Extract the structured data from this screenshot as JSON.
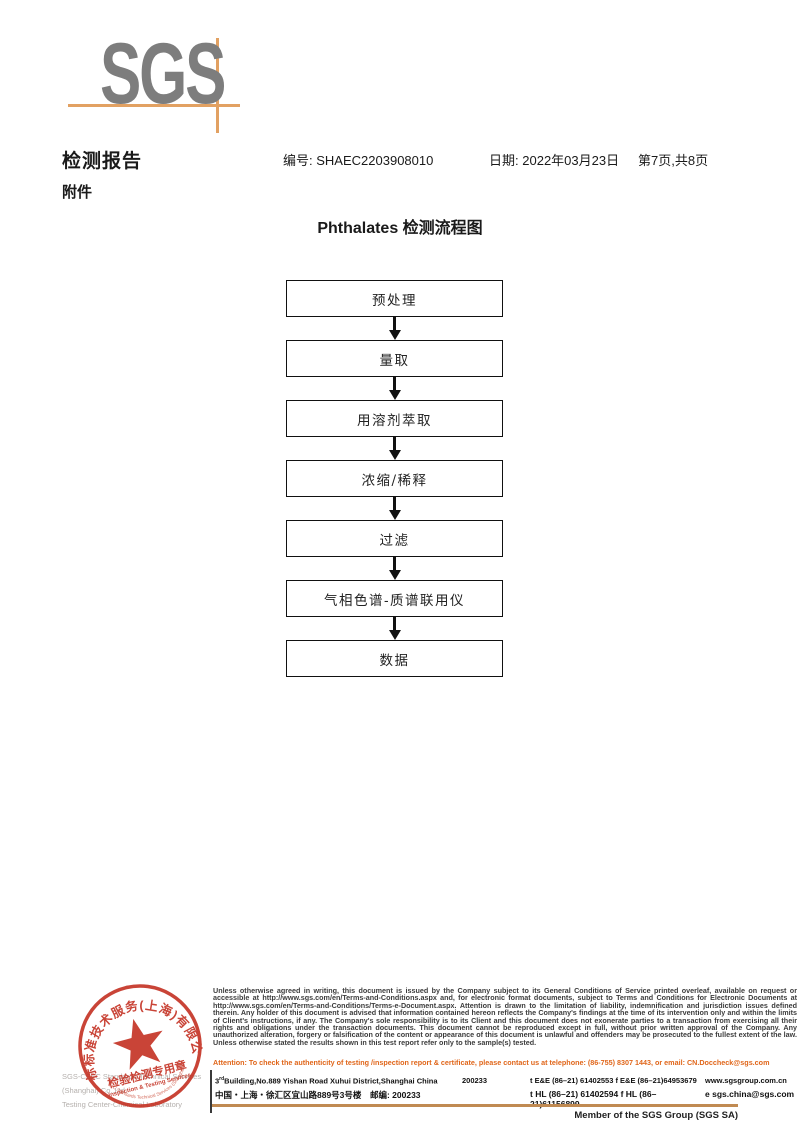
{
  "logo": {
    "text": "SGS"
  },
  "header": {
    "report_title": "检测报告",
    "report_no_label": "编号:",
    "report_no": "SHAEC2203908010",
    "date_label": "日期:",
    "date": "2022年03月23日",
    "page_info": "第7页,共8页",
    "attachment": "附件"
  },
  "flowchart": {
    "title": "Phthalates 检测流程图",
    "steps": [
      "预处理",
      "量取",
      "用溶剂萃取",
      "浓缩/稀释",
      "过滤",
      "气相色谱-质谱联用仪",
      "数据"
    ]
  },
  "stamp": {
    "ring_text": "通标标准技术服务(上海)有限公司",
    "seal_line1": "检验检测专用章",
    "seal_line2": "Inspection & Testing Services",
    "arc_bottom": "SGS-CSTC Standards Technical Services (Shanghai) Co.,Ltd.",
    "color": "#c53527"
  },
  "company": {
    "name": "SGS-CSTC Standards Technical Services (Shanghai) Co.,Ltd.",
    "department": "Testing Center-Chemical Laboratory"
  },
  "footer": {
    "legal": "Unless otherwise agreed in writing, this document is issued by the Company subject to its General Conditions of Service printed overleaf, available on request or accessible at http://www.sgs.com/en/Terms-and-Conditions.aspx and, for electronic format documents, subject to Terms and Conditions for Electronic Documents at http://www.sgs.com/en/Terms-and-Conditions/Terms-e-Document.aspx. Attention is drawn to the limitation of liability, indemnification and jurisdiction issues defined therein. Any holder of this document is advised that information contained hereon reflects the Company's findings at the time of its intervention only and within the limits of Client's instructions, if any. The Company's sole responsibility is to its Client and this document does not exonerate parties to a transaction from exercising all their rights and obligations under the transaction documents. This document cannot be reproduced except in full, without prior written approval of the Company. Any unauthorized alteration, forgery or falsification of the content or appearance of this document is unlawful and offenders may be prosecuted to the fullest extent of the law. Unless otherwise stated the results shown in this test report refer only to the sample(s) tested.",
    "attention": "Attention: To check the authenticity of testing /inspection report & certificate, please contact us at telephone: (86-755) 8307 1443, or email: CN.Doccheck@sgs.com",
    "address_en_pre": "3",
    "address_en_sup": "rd",
    "address_en": "Building,No.889 Yishan Road Xuhui District,Shanghai China",
    "postcode_en": "200233",
    "phone_en": "t E&E (86–21) 61402553   f E&E (86–21)64953679",
    "web": "www.sgsgroup.com.cn",
    "address_cn": "中国・上海・徐汇区宜山路889号3号楼",
    "postcode_cn_label": "邮编:",
    "postcode_cn": "200233",
    "phone_cn": "t HL (86–21) 61402594   f HL (86–21)61156899",
    "email": "e  sgs.china@sgs.com",
    "member": "Member of the SGS Group (SGS SA)"
  }
}
